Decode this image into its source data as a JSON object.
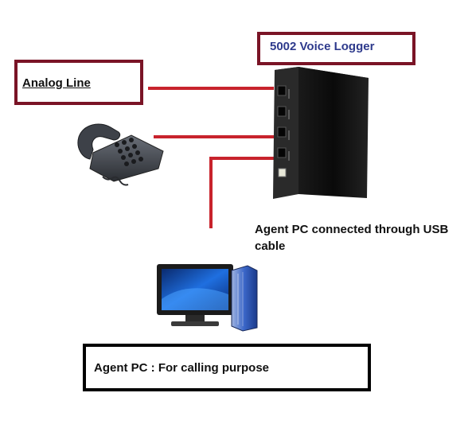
{
  "labels": {
    "voice_logger": "5002 Voice Logger",
    "analog_line": "Analog Line",
    "usb_connection": "Agent PC connected through USB cable",
    "agent_pc": "Agent PC : For calling purpose"
  },
  "icons": {
    "logger": "voice-logger-device-icon",
    "phone": "desk-telephone-icon",
    "pc": "desktop-computer-icon"
  },
  "colors": {
    "wire": "#c8232c",
    "box_border_dark_red": "#7a1426",
    "box_border_black": "#000000",
    "title_text": "#2e3a8c"
  }
}
